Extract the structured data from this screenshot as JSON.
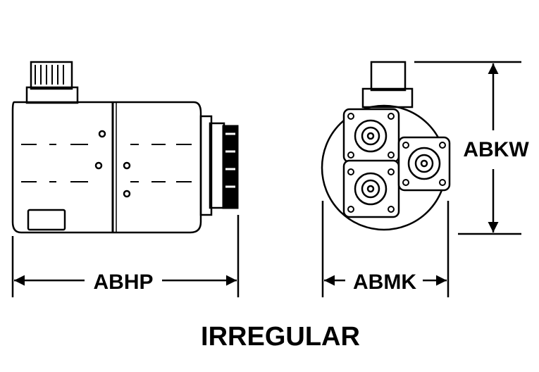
{
  "labels": {
    "length": "ABHP",
    "width": "ABMK",
    "height": "ABKW",
    "shape": "IRREGULAR"
  },
  "colors": {
    "ink": "#000000",
    "background": "#ffffff"
  }
}
